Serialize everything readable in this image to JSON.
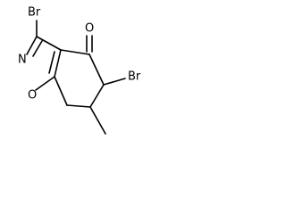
{
  "molecule": {
    "atoms": {
      "br_top": "Br",
      "br_right": "Br",
      "carbonyl_o": "O",
      "ring_n": "N",
      "ring_o": "O"
    }
  }
}
